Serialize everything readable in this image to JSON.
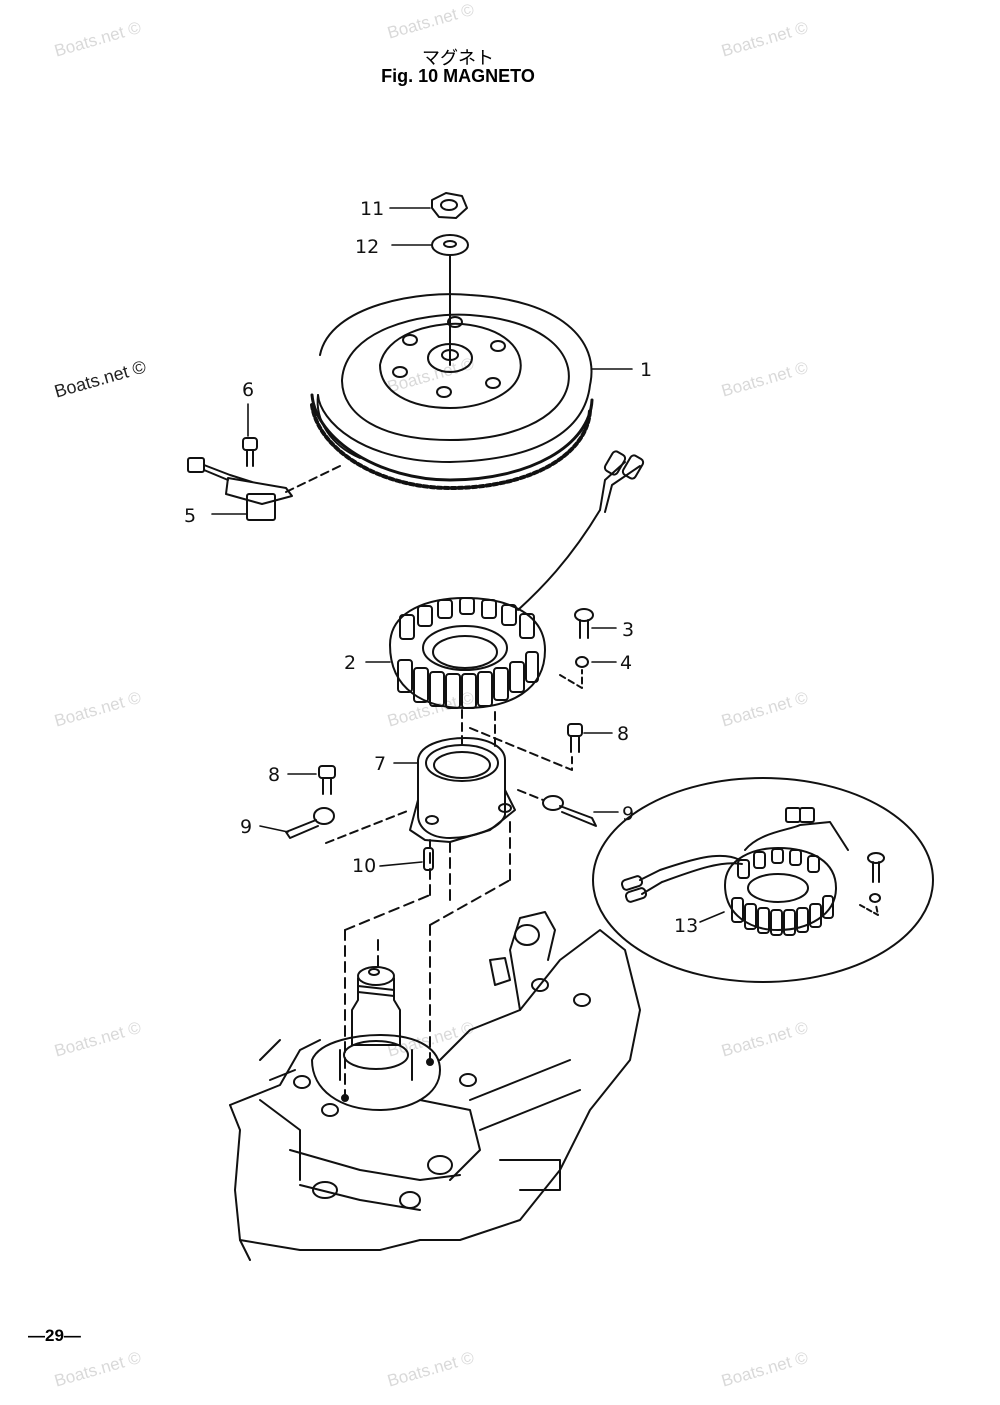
{
  "title": {
    "japanese": "マグネト",
    "english": "Fig. 10   MAGNETO"
  },
  "page_number": "—29—",
  "watermark": "Boats.net ©",
  "callouts": [
    "1",
    "2",
    "3",
    "4",
    "5",
    "6",
    "7",
    "8",
    "8",
    "9",
    "9",
    "10",
    "11",
    "12",
    "13"
  ]
}
